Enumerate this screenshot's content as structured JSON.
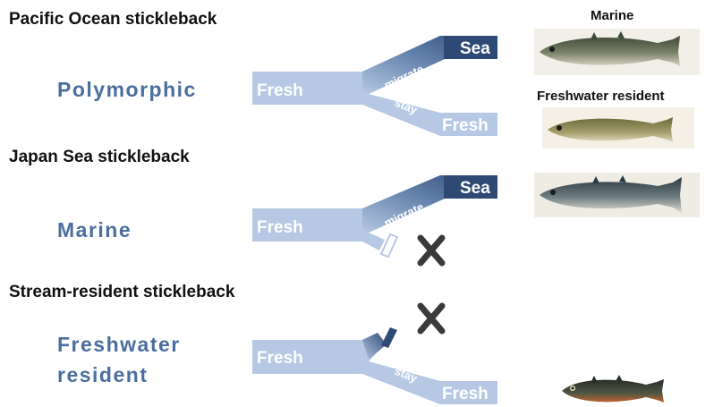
{
  "sections": [
    {
      "title": "Pacific Ocean stickleback",
      "morph_lines": [
        "Polymorphic"
      ],
      "stem_label": "Fresh",
      "upper_branch": {
        "label": "migrate",
        "destination": "Sea"
      },
      "lower_branch": {
        "label": "stay",
        "destination": "Fresh"
      }
    },
    {
      "title": "Japan Sea stickleback",
      "morph_lines": [
        "Marine"
      ],
      "stem_label": "Fresh",
      "upper_branch": {
        "label": "migrate",
        "destination": "Sea"
      },
      "blocked_branch": "stay"
    },
    {
      "title": "Stream-resident stickleback",
      "morph_lines": [
        "Freshwater",
        "resident"
      ],
      "stem_label": "Fresh",
      "blocked_branch": "migrate",
      "lower_branch": {
        "label": "stay",
        "destination": "Fresh"
      }
    }
  ],
  "photos": [
    {
      "caption": "Marine",
      "fish": "marine-stickleback"
    },
    {
      "caption": "Freshwater resident",
      "fish": "freshwater-resident-stickleback"
    },
    {
      "caption": "",
      "fish": "japan-sea-marine-stickleback"
    },
    {
      "caption": "",
      "fish": "stream-resident-stickleback"
    }
  ],
  "colors": {
    "fresh_channel": "#b6c8e3",
    "sea_channel": "#2e4a74",
    "morph_text": "#4a6e9e",
    "blocked_mark": "#3a3a3a"
  }
}
